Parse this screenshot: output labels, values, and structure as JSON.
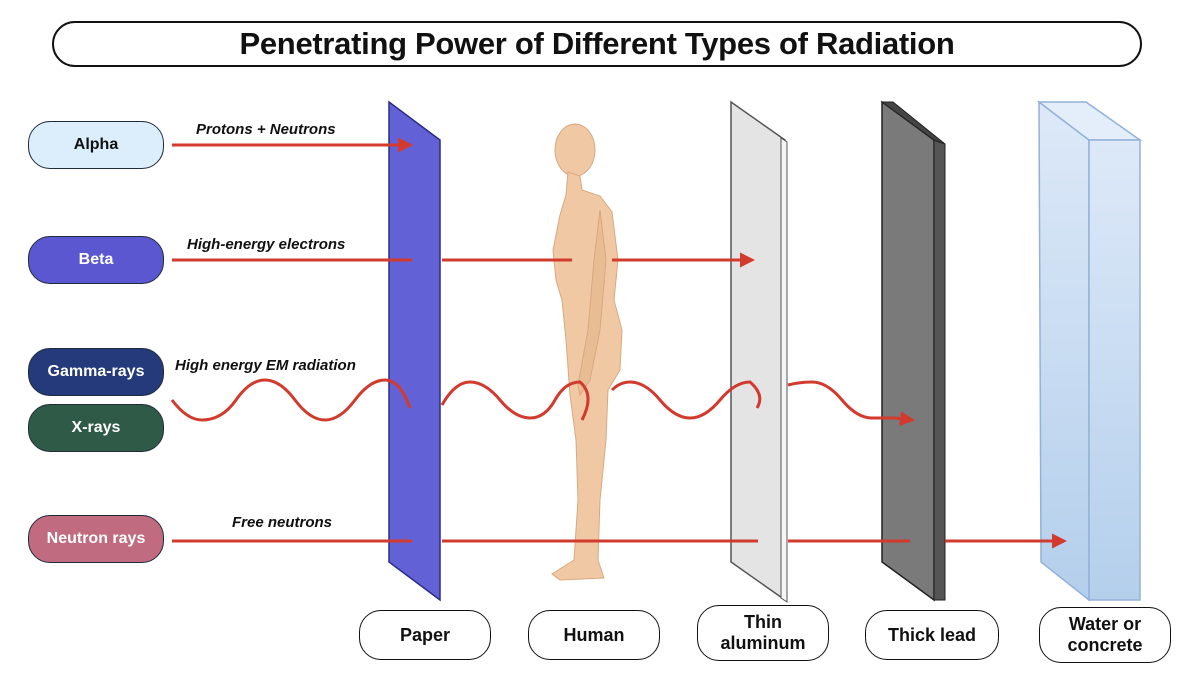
{
  "title": "Penetrating Power of Different Types of Radiation",
  "sources": [
    {
      "name": "Alpha",
      "description": "Protons + Neutrons",
      "fill": "#dceefb",
      "text_color": "#111111"
    },
    {
      "name": "Beta",
      "description": "High-energy electrons",
      "fill": "#5b57d1",
      "text_color": "#ffffff"
    },
    {
      "name": "Gamma-rays",
      "description": "High energy EM radiation",
      "fill": "#243a7a",
      "text_color": "#ffffff"
    },
    {
      "name": "X-rays",
      "description": "",
      "fill": "#2f5a48",
      "text_color": "#ffffff"
    },
    {
      "name": "Neutron rays",
      "description": "Free neutrons",
      "fill": "#c06b80",
      "text_color": "#ffffff"
    }
  ],
  "barriers": [
    {
      "name": "Paper",
      "color": "#6262d6"
    },
    {
      "name": "Human",
      "color": "#f0c9a4"
    },
    {
      "name": "Thin aluminum",
      "line1": "Thin",
      "line2": "aluminum",
      "color": "#e2e2e2"
    },
    {
      "name": "Thick lead",
      "color": "#6e6e6e"
    },
    {
      "name": "Water or concrete",
      "line1": "Water or",
      "line2": "concrete",
      "color": "#c6dcf3"
    }
  ],
  "ray_color": "#d23a2e"
}
